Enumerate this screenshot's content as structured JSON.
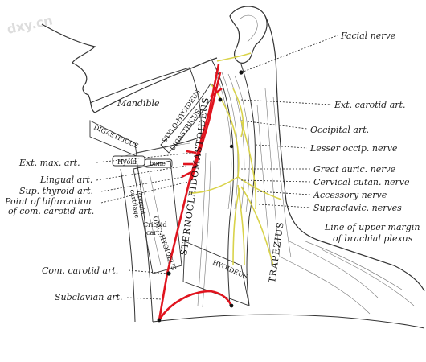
{
  "watermark": "dxy.cn",
  "labels_right": {
    "facial_nerve": "Facial nerve",
    "ext_carotid": "Ext. carotid art.",
    "occipital": "Occipital art.",
    "lesser_occip": "Lesser occip. nerve",
    "great_auric": "Great auric. nerve",
    "cervical_cutan": "Cervical cutan. nerve",
    "accessory": "Accessory nerve",
    "supraclavic": "Supraclavic. nerves",
    "brachial_1": "Line of upper margin",
    "brachial_2": "of brachial plexus"
  },
  "labels_left": {
    "mandible": "Mandible",
    "ext_max": "Ext. max. art.",
    "lingual": "Lingual art.",
    "sup_thyroid": "Sup. thyroid art.",
    "bifurcation_1": "Point of bifurcation",
    "bifurcation_2": "of com. carotid art.",
    "com_carotid": "Com. carotid art.",
    "subclavian": "Subclavian art."
  },
  "inner_labels": {
    "digastricus": "DIGASTRICUS",
    "stylohyoideus": "STYLO-HYOIDEUS",
    "digastricus2": "DIGASTRICUS",
    "hyoid": "Hyoid",
    "bone": "bone",
    "sternocleidomastoideus": "STERNOCLEIDOMASTOIDEUS",
    "trapezius": "TRAPEZIUS",
    "omohyoideus": "OMO-HYOIDEUS",
    "hyoideus": "HYOIDEUS",
    "thyroid_cart_1": "Thyroid",
    "thyroid_cart_2": "cartilage",
    "cricoid_1": "Cricoid",
    "cricoid_2": "cart."
  },
  "colors": {
    "artery": "#e0141e",
    "nerve": "#d9d34a",
    "ink": "#333333"
  }
}
